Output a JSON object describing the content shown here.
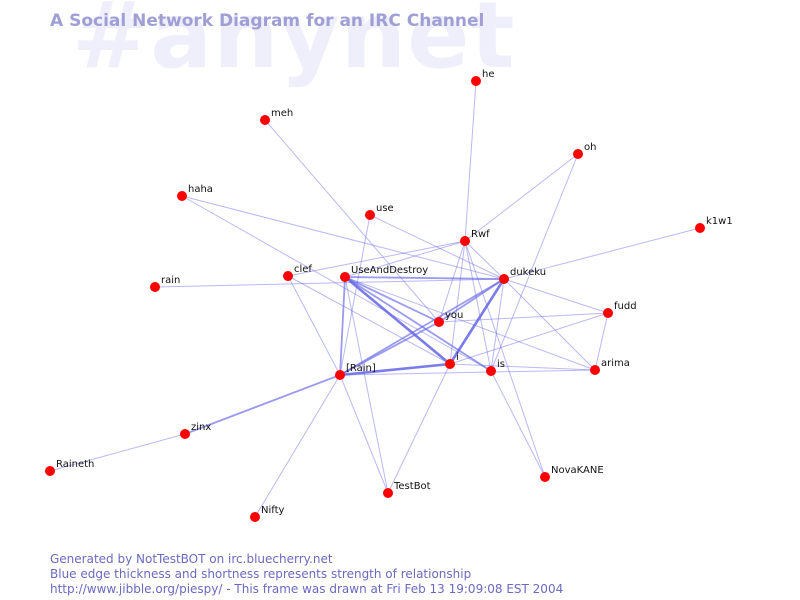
{
  "watermark": "#anynet",
  "title": "A Social Network Diagram for an IRC Channel",
  "footer": {
    "line1": "Generated by NotTestBOT on irc.bluecherry.net",
    "line2": "Blue edge thickness and shortness represents strength of relationship",
    "line3": "http://www.jibble.org/piespy/ - This frame was drawn at Fri Feb 13 19:09:08 EST 2004"
  },
  "colors": {
    "node": "#ff0000",
    "edge": "#6464e6",
    "title": "#9f9fd6",
    "watermark": "#efeffb",
    "footer": "#6a6abf"
  },
  "nodes": [
    {
      "id": "he",
      "label": "he"
    },
    {
      "id": "meh",
      "label": "meh"
    },
    {
      "id": "oh",
      "label": "oh"
    },
    {
      "id": "haha",
      "label": "haha"
    },
    {
      "id": "use",
      "label": "use"
    },
    {
      "id": "k1w1",
      "label": "k1w1"
    },
    {
      "id": "Rwf",
      "label": "Rwf"
    },
    {
      "id": "rain",
      "label": "rain"
    },
    {
      "id": "clef",
      "label": "clef"
    },
    {
      "id": "UseAndDestroy",
      "label": "UseAndDestroy"
    },
    {
      "id": "dukeku",
      "label": "dukeku"
    },
    {
      "id": "fudd",
      "label": "fudd"
    },
    {
      "id": "you",
      "label": "you"
    },
    {
      "id": "i",
      "label": "i"
    },
    {
      "id": "is",
      "label": "is"
    },
    {
      "id": "arima",
      "label": "arima"
    },
    {
      "id": "Rain",
      "label": "[Rain]"
    },
    {
      "id": "zinx",
      "label": "zinx"
    },
    {
      "id": "Raineth",
      "label": "Raineth"
    },
    {
      "id": "NovaKANE",
      "label": "NovaKANE"
    },
    {
      "id": "TestBot",
      "label": "TestBot"
    },
    {
      "id": "Nifty",
      "label": "Nifty"
    }
  ],
  "edges": [
    {
      "source": "he",
      "target": "Rwf",
      "strength": 1
    },
    {
      "source": "meh",
      "target": "you",
      "strength": 1
    },
    {
      "source": "oh",
      "target": "Rwf",
      "strength": 1
    },
    {
      "source": "oh",
      "target": "is",
      "strength": 1
    },
    {
      "source": "haha",
      "target": "is",
      "strength": 1
    },
    {
      "source": "haha",
      "target": "dukeku",
      "strength": 1
    },
    {
      "source": "use",
      "target": "Rain",
      "strength": 1
    },
    {
      "source": "use",
      "target": "dukeku",
      "strength": 1
    },
    {
      "source": "k1w1",
      "target": "dukeku",
      "strength": 1
    },
    {
      "source": "rain",
      "target": "dukeku",
      "strength": 1
    },
    {
      "source": "clef",
      "target": "Rwf",
      "strength": 1
    },
    {
      "source": "clef",
      "target": "Rain",
      "strength": 1
    },
    {
      "source": "clef",
      "target": "i",
      "strength": 1
    },
    {
      "source": "UseAndDestroy",
      "target": "dukeku",
      "strength": 2
    },
    {
      "source": "UseAndDestroy",
      "target": "Rwf",
      "strength": 1
    },
    {
      "source": "UseAndDestroy",
      "target": "Rain",
      "strength": 2
    },
    {
      "source": "UseAndDestroy",
      "target": "i",
      "strength": 3
    },
    {
      "source": "UseAndDestroy",
      "target": "you",
      "strength": 2
    },
    {
      "source": "UseAndDestroy",
      "target": "is",
      "strength": 2
    },
    {
      "source": "UseAndDestroy",
      "target": "TestBot",
      "strength": 1
    },
    {
      "source": "UseAndDestroy",
      "target": "arima",
      "strength": 1
    },
    {
      "source": "Rwf",
      "target": "dukeku",
      "strength": 1
    },
    {
      "source": "Rwf",
      "target": "you",
      "strength": 1
    },
    {
      "source": "Rwf",
      "target": "i",
      "strength": 1
    },
    {
      "source": "Rwf",
      "target": "is",
      "strength": 1
    },
    {
      "source": "Rwf",
      "target": "NovaKANE",
      "strength": 1
    },
    {
      "source": "dukeku",
      "target": "i",
      "strength": 3
    },
    {
      "source": "dukeku",
      "target": "you",
      "strength": 2
    },
    {
      "source": "dukeku",
      "target": "Rain",
      "strength": 2
    },
    {
      "source": "dukeku",
      "target": "is",
      "strength": 1
    },
    {
      "source": "dukeku",
      "target": "fudd",
      "strength": 1
    },
    {
      "source": "dukeku",
      "target": "arima",
      "strength": 1
    },
    {
      "source": "fudd",
      "target": "you",
      "strength": 1
    },
    {
      "source": "fudd",
      "target": "i",
      "strength": 1
    },
    {
      "source": "fudd",
      "target": "arima",
      "strength": 1
    },
    {
      "source": "you",
      "target": "Rain",
      "strength": 2
    },
    {
      "source": "i",
      "target": "Rain",
      "strength": 3
    },
    {
      "source": "i",
      "target": "TestBot",
      "strength": 1
    },
    {
      "source": "i",
      "target": "arima",
      "strength": 1
    },
    {
      "source": "Rain",
      "target": "arima",
      "strength": 1
    },
    {
      "source": "Rain",
      "target": "zinx",
      "strength": 2
    },
    {
      "source": "Rain",
      "target": "TestBot",
      "strength": 1
    },
    {
      "source": "Rain",
      "target": "Nifty",
      "strength": 1
    },
    {
      "source": "zinx",
      "target": "Raineth",
      "strength": 1
    },
    {
      "source": "is",
      "target": "NovaKANE",
      "strength": 1
    }
  ]
}
